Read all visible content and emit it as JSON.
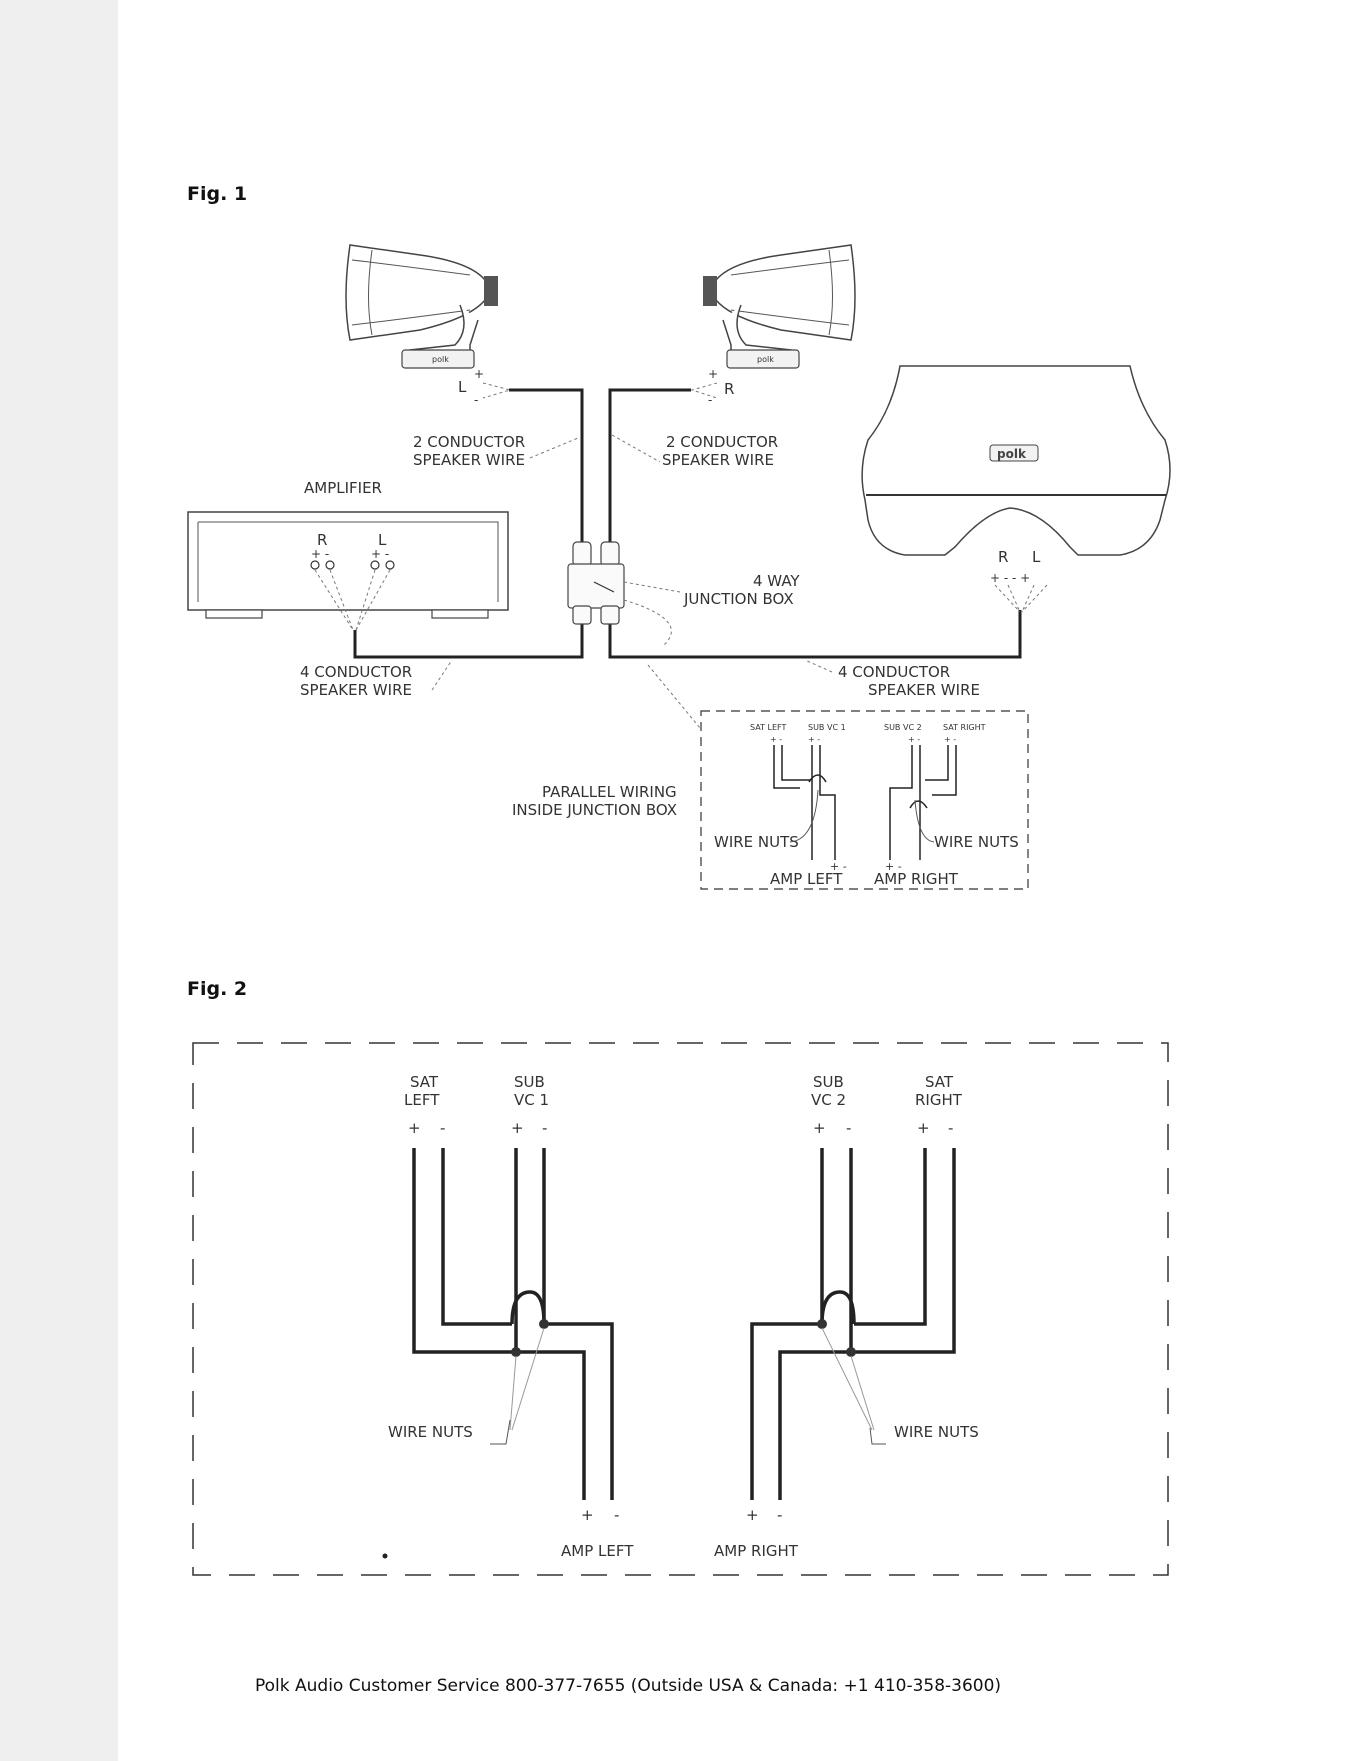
{
  "fig1": {
    "title": "Fig. 1",
    "amplifier_label": "AMPLIFIER",
    "amp_channel_r": "R",
    "amp_channel_l": "L",
    "polarity_pos_neg": "+ -",
    "polarity_pos": "+",
    "polarity_neg": "-",
    "speaker_left_label": "L",
    "speaker_right_label": "R",
    "sub_channel_r": "R",
    "sub_channel_l": "L",
    "sub_polarity": "+ -   - +",
    "wire_2c_line1": "2 CONDUCTOR",
    "wire_2c_line2": "SPEAKER WIRE",
    "wire_4c_line1": "4 CONDUCTOR",
    "wire_4c_line2": "SPEAKER WIRE",
    "junction_line1": "4 WAY",
    "junction_line2": "JUNCTION BOX",
    "parallel_line1": "PARALLEL WIRING",
    "parallel_line2": "INSIDE JUNCTION BOX",
    "logo_text": "polk",
    "inset": {
      "sat_left": "SAT LEFT",
      "sub_vc1": "SUB VC 1",
      "sub_vc2": "SUB VC 2",
      "sat_right": "SAT RIGHT",
      "wire_nuts_left": "WIRE NUTS",
      "wire_nuts_right": "WIRE NUTS",
      "amp_left": "AMP LEFT",
      "amp_right": "AMP RIGHT"
    }
  },
  "fig2": {
    "title": "Fig. 2",
    "sat_left_l1": "SAT",
    "sat_left_l2": "LEFT",
    "sub_vc1_l1": "SUB",
    "sub_vc1_l2": "VC 1",
    "sub_vc2_l1": "SUB",
    "sub_vc2_l2": "VC 2",
    "sat_right_l1": "SAT",
    "sat_right_l2": "RIGHT",
    "plus": "+",
    "minus": "-",
    "wire_nuts_left": "WIRE NUTS",
    "wire_nuts_right": "WIRE NUTS",
    "amp_left": "AMP LEFT",
    "amp_right": "AMP RIGHT"
  },
  "footer": "Polk Audio Customer Service 800-377-7655 (Outside USA & Canada: +1 410-358-3600)"
}
